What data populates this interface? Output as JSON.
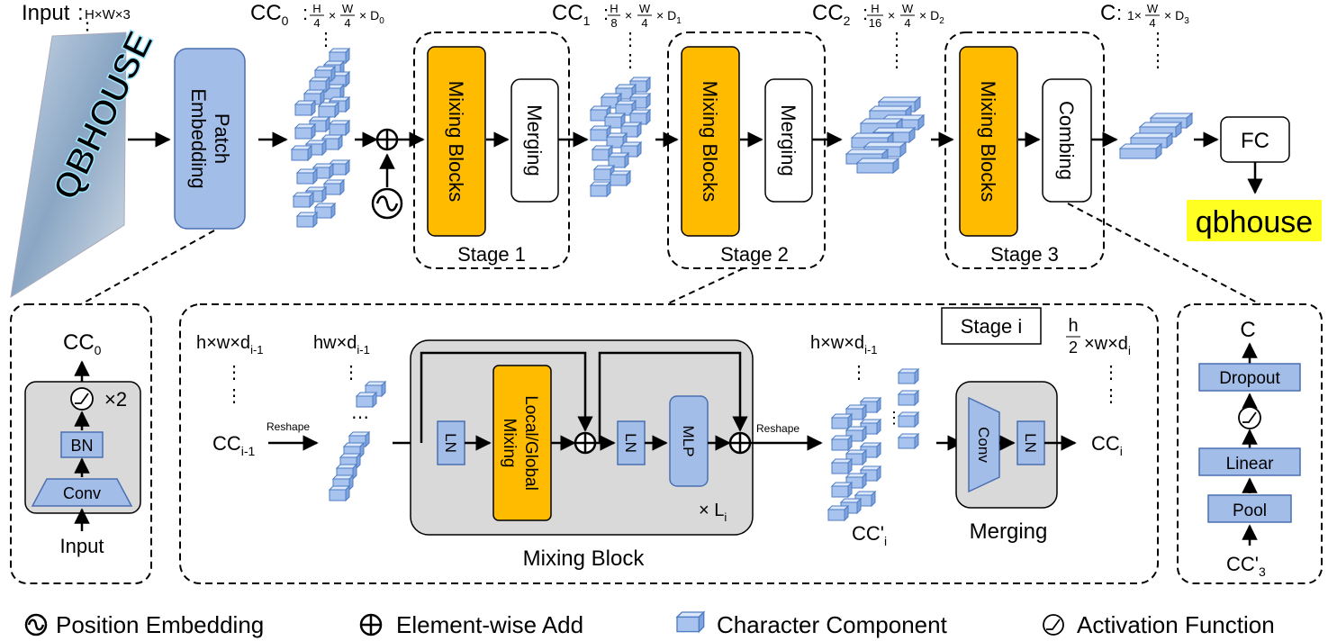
{
  "top": {
    "input_label": "Input",
    "input_dims": "H×W×3",
    "image_text": "QBHOUSE",
    "patch_embedding": [
      "Patch",
      "Embedding"
    ],
    "cc0": {
      "name": "CC",
      "sub": "0",
      "h": "H",
      "hd": "4",
      "w": "W",
      "wd": "4",
      "d": "× D",
      "dsub": "0"
    },
    "cc1": {
      "name": "CC",
      "sub": "1",
      "h": "H",
      "hd": "8",
      "w": "W",
      "wd": "4",
      "d": "× D",
      "dsub": "1"
    },
    "cc2": {
      "name": "CC",
      "sub": "2",
      "h": "H",
      "hd": "16",
      "w": "W",
      "wd": "4",
      "d": "× D",
      "dsub": "2"
    },
    "c_out": {
      "name": "C",
      "pre": "1×",
      "w": "W",
      "wd": "4",
      "d": "× D",
      "dsub": "3"
    },
    "mixing_blocks": "Mixing Blocks",
    "merging": "Merging",
    "combing": "Combing",
    "stage1": "Stage 1",
    "stage2": "Stage 2",
    "stage3": "Stage 3",
    "fc": "FC",
    "output": "qbhouse"
  },
  "patch_detail": {
    "output": "CC",
    "output_sub": "0",
    "repeat": "×2",
    "bn": "BN",
    "conv": "Conv",
    "input": "Input"
  },
  "stage_detail": {
    "title": "Stage i",
    "dims_in": {
      "main": "h×w×d",
      "sub": "i-1"
    },
    "dims_flat": {
      "main": "hw×d",
      "sub": "i-1"
    },
    "dims_mid": {
      "main": "h×w×d",
      "sub": "i-1"
    },
    "dims_out": {
      "h": "h",
      "hd": "2",
      "rest": "×w×d",
      "sub": "i"
    },
    "cc_in": {
      "main": "CC",
      "sub": "i-1"
    },
    "cc_out": {
      "main": "CC",
      "sub": "i"
    },
    "cc_prime": {
      "main": "CC'",
      "sub": "i"
    },
    "reshape1": "Reshape",
    "reshape2": "Reshape",
    "ln1": "LN",
    "mixing": [
      "Local/Global",
      "Mixing"
    ],
    "ln2": "LN",
    "mlp": "MLP",
    "repeat": {
      "main": "× L",
      "sub": "i"
    },
    "mixing_block_label": "Mixing Block",
    "conv": "Conv",
    "ln3": "LN",
    "merging_label": "Merging"
  },
  "combing_detail": {
    "output": "C",
    "dropout": "Dropout",
    "linear": "Linear",
    "pool": "Pool",
    "input": {
      "main": "CC'",
      "sub": "3"
    }
  },
  "legend": {
    "position_embedding": "Position Embedding",
    "element_wise_add": "Element-wise Add",
    "character_component": "Character Component",
    "activation_function": "Activation Function"
  },
  "colors": {
    "block_blue": "#a3bde9",
    "block_border": "#4a6fb0",
    "mixing_orange": "#ffbb00",
    "panel_gray": "#d9d9d9",
    "highlight_yellow": "#ffff22",
    "cube_fill": "#a8c4ee",
    "cube_edge": "#4f7cc4"
  }
}
